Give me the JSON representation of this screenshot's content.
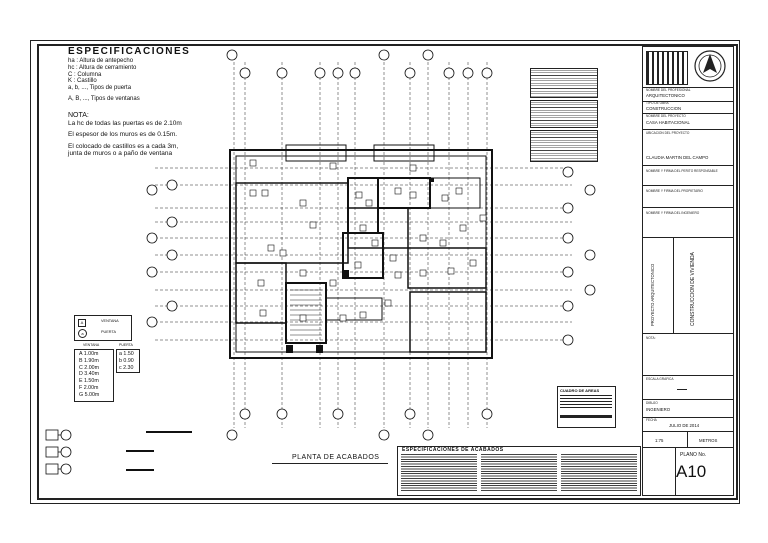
{
  "specs": {
    "title": "ESPECIFICACIONES",
    "lines": [
      "ha : Altura de antepecho",
      "hc : Altura de cerramiento",
      "C : Columna",
      "K : Castillo",
      "a, b, ..., Tipos de puerta",
      "A, B, ..., Tipos de ventanas"
    ],
    "nota_title": "NOTA:",
    "nota_lines": [
      "La hc de todas las puertas es de 2.10m",
      "El espesor de los muros es de 0.15m.",
      "El colocado de castillos es a cada 3m,",
      "junta de muros o a paño de ventana"
    ]
  },
  "legend": {
    "item1": "VENTANA",
    "item2": "PUERTA"
  },
  "ventanas_header": "VENTANA",
  "puertas_header": "PUERTA",
  "ventanas": [
    "A  1.00m",
    "B  1.90m",
    "C  2.00m",
    "D  3.40m",
    "E  1.50m",
    "F  2.00m",
    "G  5.00m"
  ],
  "puertas": [
    "a   1.50",
    "b   0.90",
    "c   2.30"
  ],
  "plan_title": "PLANTA DE ACABADOS",
  "notes_title": "ESPECIFICACIONES DE ACABADOS",
  "areas_title": "CUADRO DE AREAS",
  "title_block": {
    "profesion_label": "NOMBRE DEL PROFESIONAL",
    "profesion": "ARQUITECTONICO",
    "tipo_label": "TIPO DE OBRA",
    "tipo": "CONSTRUCCION",
    "nombre_label": "NOMBRE DEL PROYECTO",
    "nombre": "CASA HABITACIONAL",
    "ubicacion_label": "UBICACION DEL PROYECTO",
    "ubicacion": "CLAUDIA MARTIN DEL CAMPO",
    "firma1": "NOMBRE Y FIRMA DEL PERITO RESPONSABLE",
    "firma2": "NOMBRE Y FIRMA DEL PROPIETARIO",
    "firma3": "NOMBRE Y FIRMA DEL INGENIERO",
    "vertical1": "PROYECTO ARQUITECTONICO",
    "vertical2": "CONSTRUCCION DE VIVIENDA",
    "nota_label": "NOTA:",
    "escala_label": "ESCALA GRAFICA",
    "dibujo_label": "DIBUJO",
    "dibujo": "INGENIERO",
    "fecha_label": "FECHA",
    "fecha": "JULIO DE 2014",
    "escala_num": "1:75",
    "acot": "METROS",
    "plano_label": "PLANO No.",
    "plano_no": "A10"
  }
}
